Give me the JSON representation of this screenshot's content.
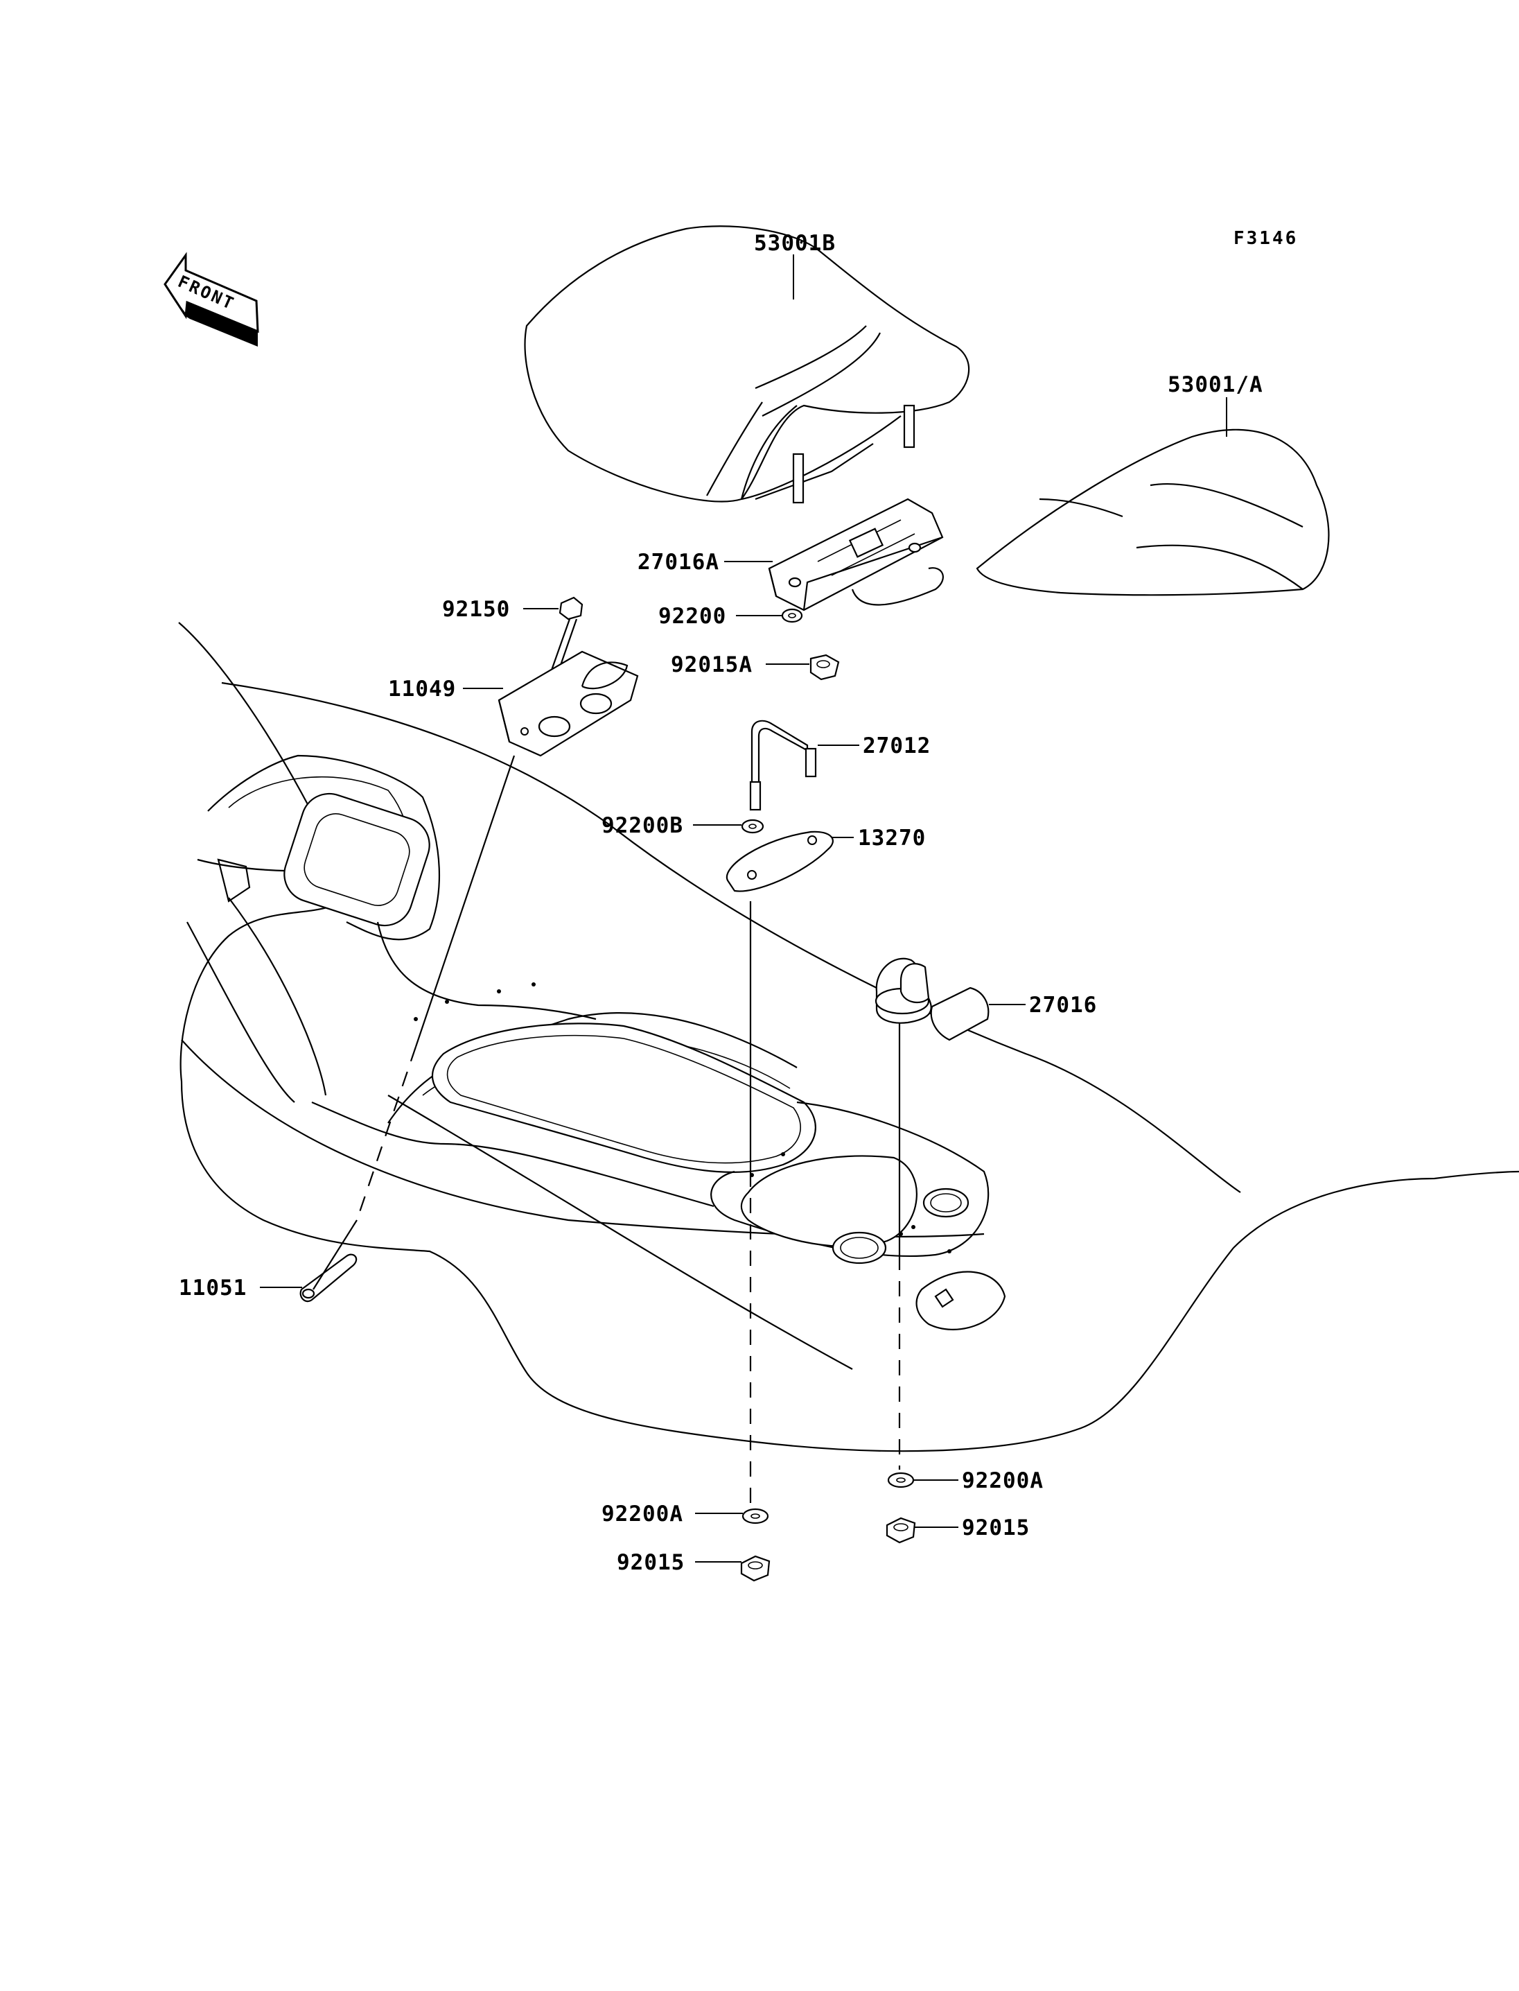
{
  "figure_code": "F3146",
  "front_arrow": {
    "text": "FRONT",
    "icon": "front-direction-arrow-icon"
  },
  "callouts": {
    "p53001B": "53001B",
    "p53001A": "53001/A",
    "p27016A": "27016A",
    "p92200": "92200",
    "p92015A": "92015A",
    "p92150": "92150",
    "p11049": "11049",
    "p27012": "27012",
    "p92200B": "92200B",
    "p13270": "13270",
    "p27016": "27016",
    "p11051": "11051",
    "p92200A_right": "92200A",
    "p92015_right": "92015",
    "p92200A_left": "92200A",
    "p92015_left": "92015"
  }
}
